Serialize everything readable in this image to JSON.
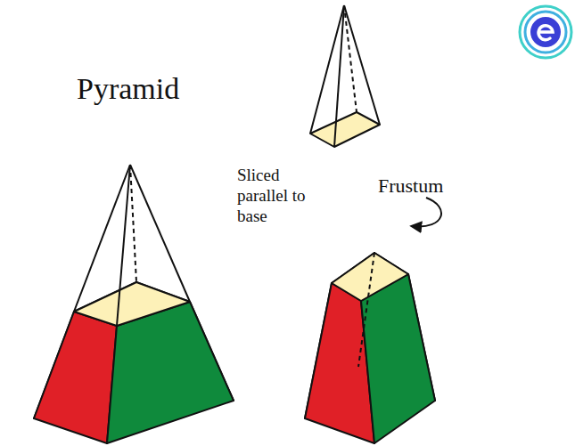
{
  "diagram": {
    "labels": [
      "Pyramid",
      "Sliced parallel to base",
      "Frustum"
    ]
  }
}
